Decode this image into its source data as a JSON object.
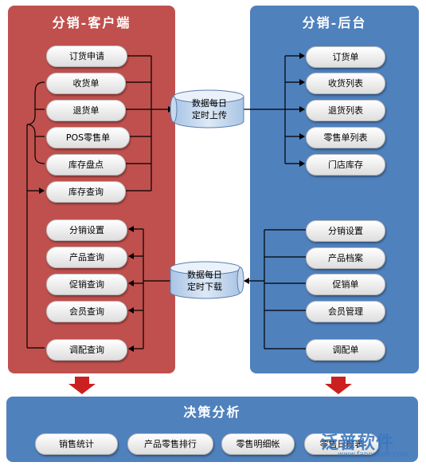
{
  "client": {
    "title": "分销-客户端",
    "group1": [
      "订货申请",
      "收货单",
      "退货单",
      "POS零售单",
      "库存盘点",
      "库存查询"
    ],
    "group2": [
      "分销设置",
      "产品查询",
      "促销查询",
      "会员查询",
      "调配查询"
    ]
  },
  "backend": {
    "title": "分销-后台",
    "group1": [
      "订货单",
      "收货列表",
      "退货列表",
      "零售单列表",
      "门店库存"
    ],
    "group2": [
      "分销设置",
      "产品档案",
      "促销单",
      "会员管理",
      "调配单"
    ]
  },
  "upload": {
    "line1": "数据每日",
    "line2": "定时上传"
  },
  "download": {
    "line1": "数据每日",
    "line2": "定时下载"
  },
  "analysis": {
    "title": "决策分析",
    "items": [
      "销售统计",
      "产品零售排行",
      "零售明细帐",
      "零售日报表"
    ]
  },
  "watermark": {
    "brand": "泛普软件",
    "url": "www.fanpusoft.com"
  },
  "colors": {
    "client_panel": "#c0504d",
    "backend_panel": "#4f81bd",
    "analysis_panel": "#4f81bd",
    "arrow": "#cc1f1f"
  }
}
